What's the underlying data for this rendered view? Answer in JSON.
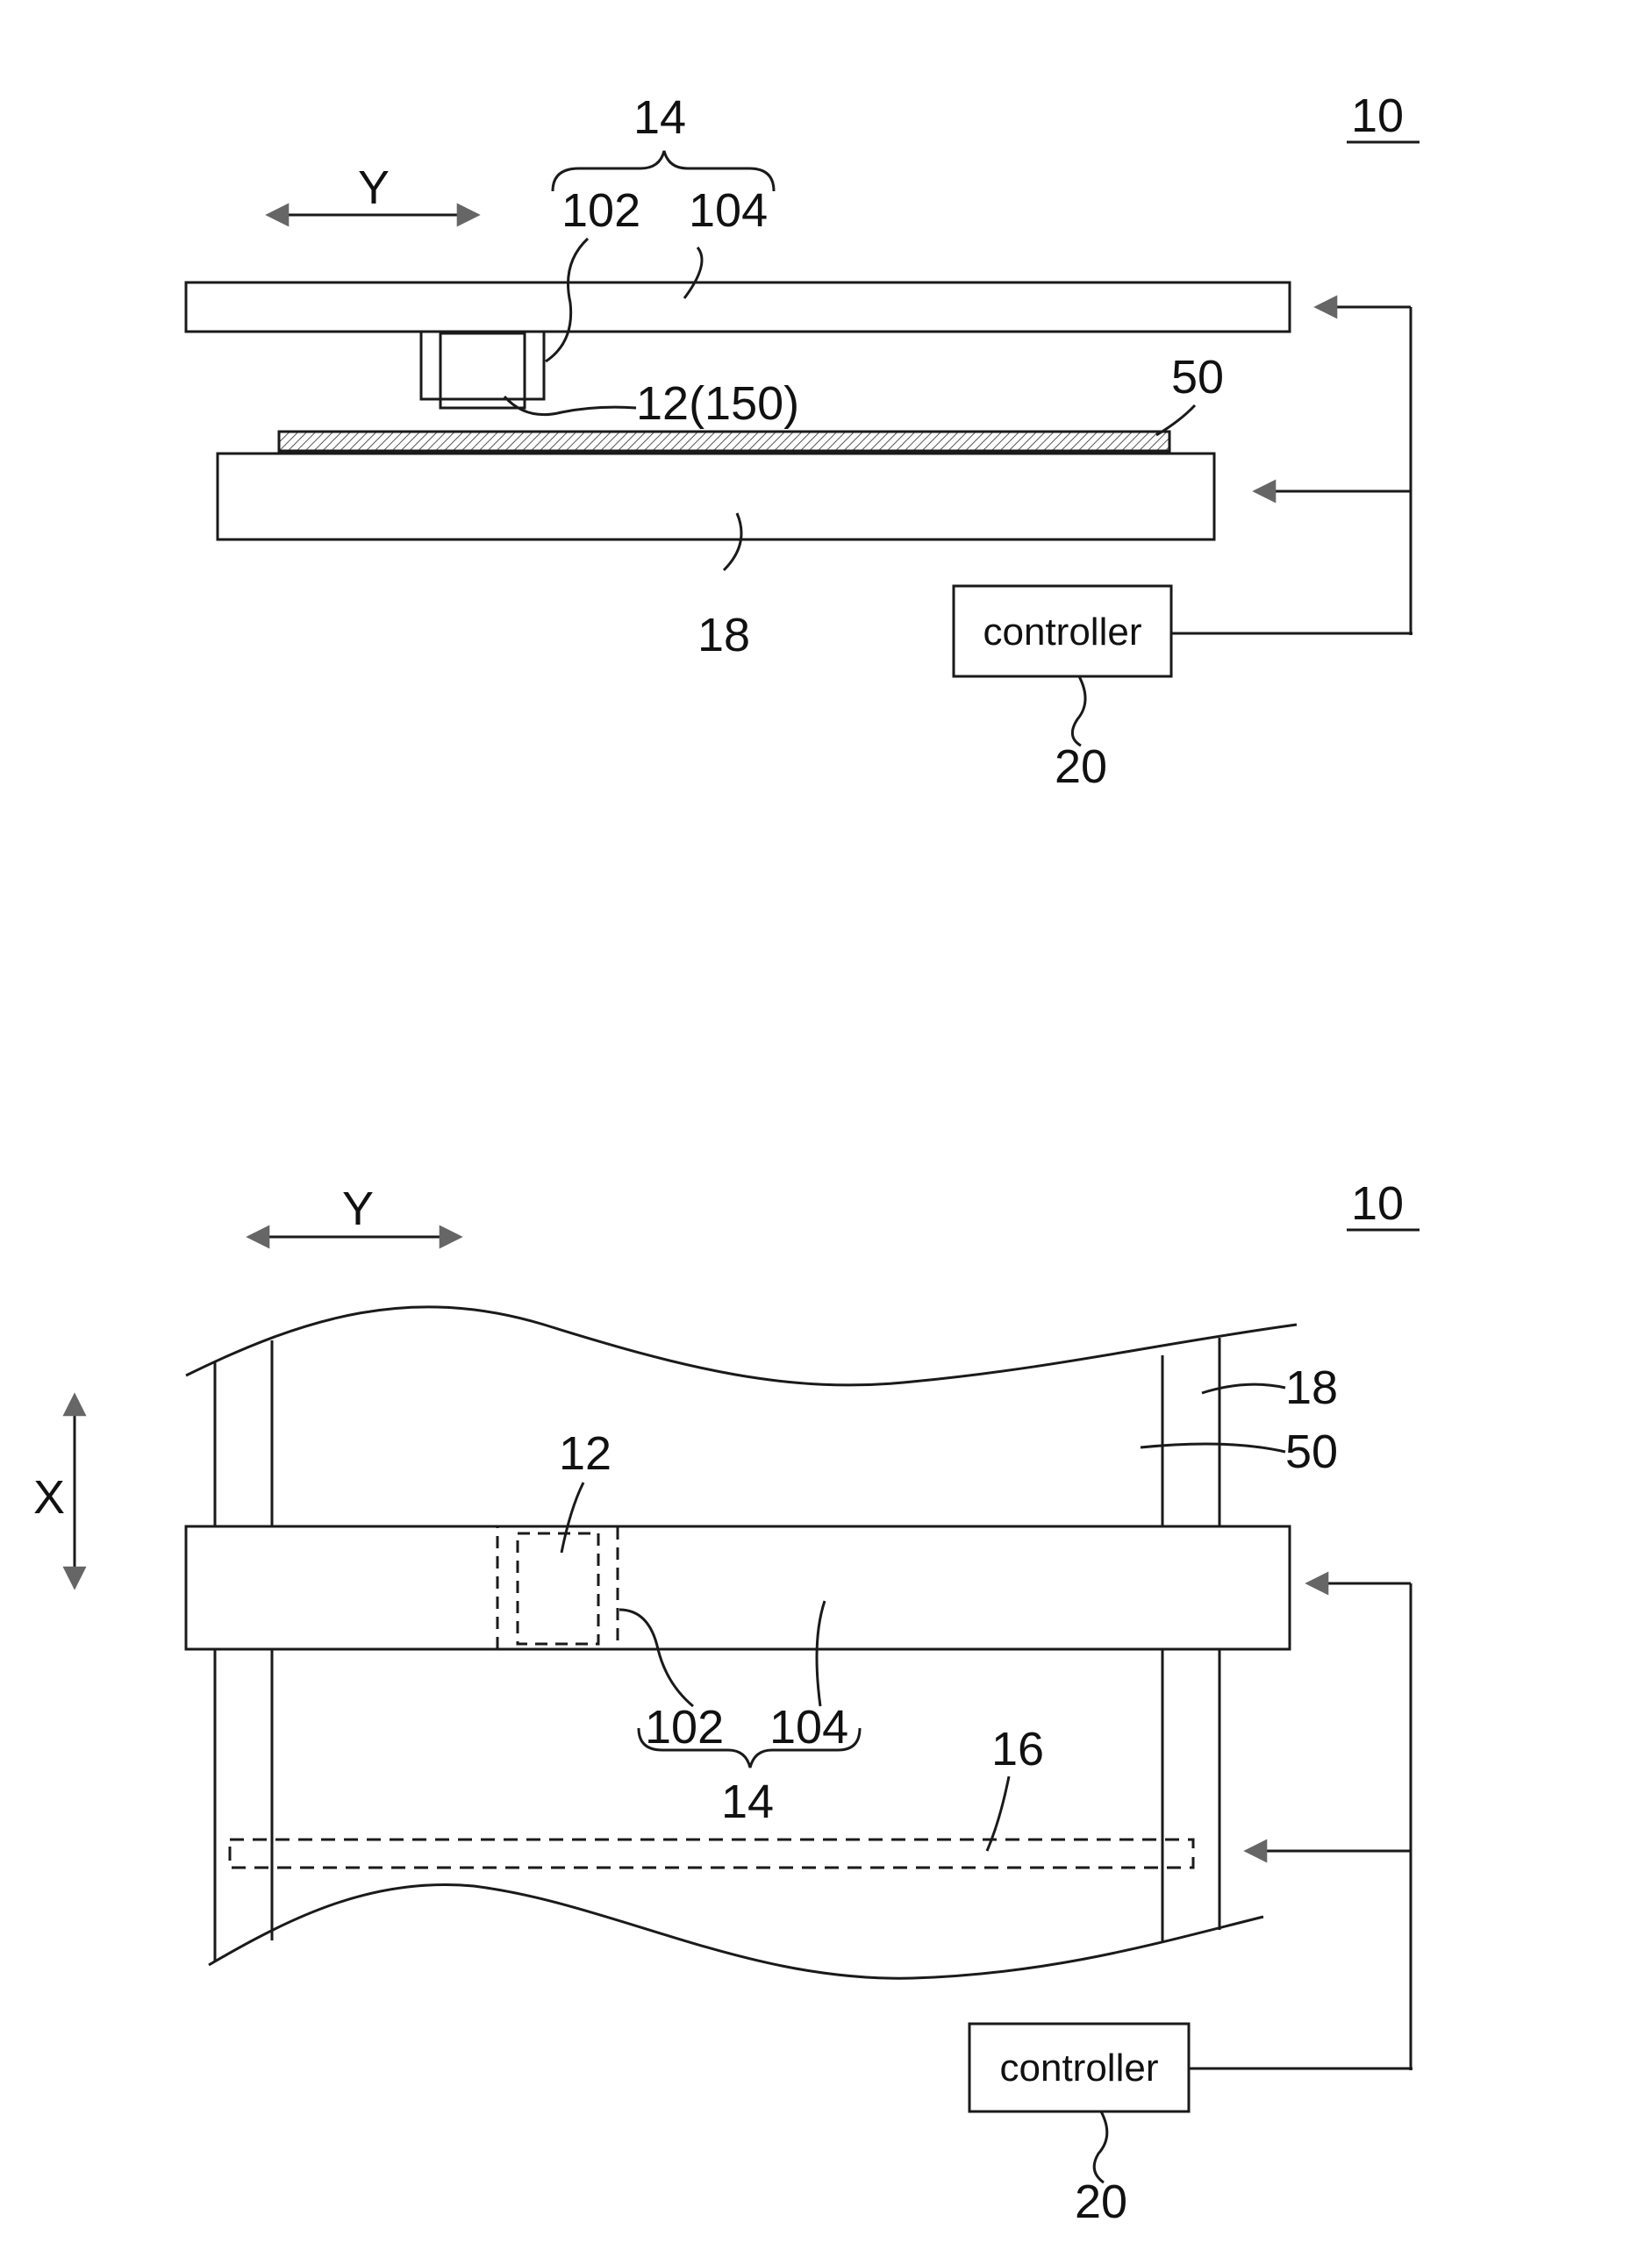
{
  "figure_top": {
    "ref_number": "10",
    "axis_y": "Y",
    "labels": {
      "assembly": "14",
      "part_a": "102",
      "part_b": "104",
      "head": "12(150)",
      "layer": "50",
      "base": "18",
      "controller_ref": "20"
    },
    "controller_text": "controller"
  },
  "figure_bottom": {
    "ref_number": "10",
    "axis_y": "Y",
    "axis_x": "X",
    "labels": {
      "base": "18",
      "layer": "50",
      "head": "12",
      "part_a": "102",
      "part_b": "104",
      "assembly": "14",
      "sensor": "16",
      "controller_ref": "20"
    },
    "controller_text": "controller"
  },
  "colors": {
    "line": "#1a1a1a",
    "arrowhead": "#666666",
    "hatch": "#555555"
  }
}
